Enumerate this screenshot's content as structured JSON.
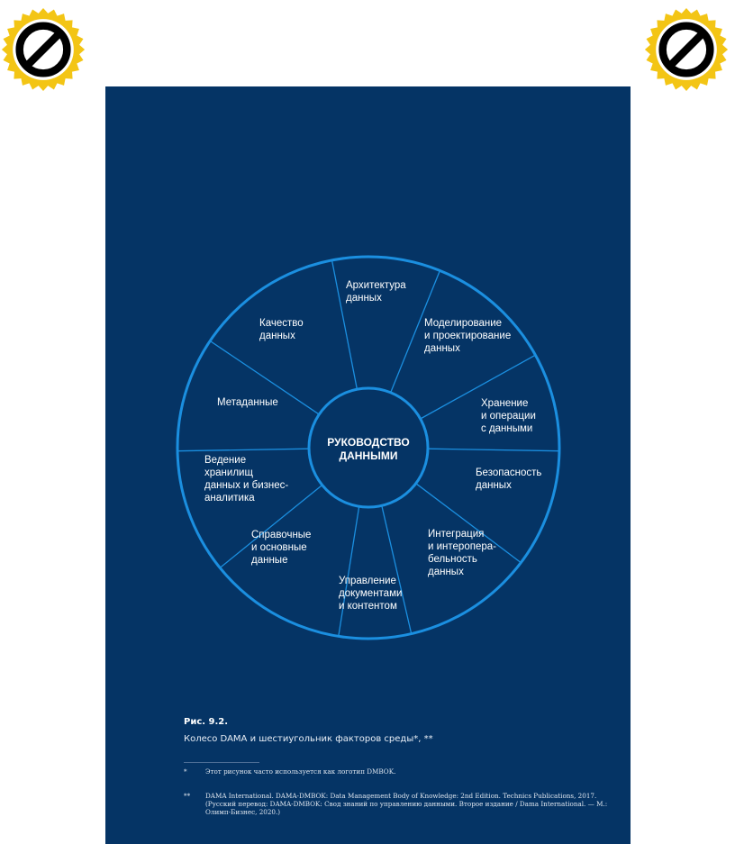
{
  "wheel": {
    "hub": [
      "РУКОВОДСТВО",
      "ДАННЫМИ"
    ],
    "segments": [
      {
        "name": "architecture",
        "lines": [
          "Архитектура",
          "данных"
        ]
      },
      {
        "name": "modeling",
        "lines": [
          "Моделирование",
          "и проектирование",
          "данных"
        ]
      },
      {
        "name": "storage",
        "lines": [
          "Хранение",
          "и операции",
          "с данными"
        ]
      },
      {
        "name": "security",
        "lines": [
          "Безопасность",
          "данных"
        ]
      },
      {
        "name": "integration",
        "lines": [
          "Интеграция",
          "и интеропера-",
          "бельность",
          "данных"
        ]
      },
      {
        "name": "documents",
        "lines": [
          "Управление",
          "документами",
          "и контентом"
        ]
      },
      {
        "name": "reference",
        "lines": [
          "Справочные",
          "и основные",
          "данные"
        ]
      },
      {
        "name": "warehousing",
        "lines": [
          "Ведение",
          "хранилищ",
          "данных и бизнес-",
          "аналитика"
        ]
      },
      {
        "name": "metadata",
        "lines": [
          "Метаданные"
        ]
      },
      {
        "name": "quality",
        "lines": [
          "Качество",
          "данных"
        ]
      }
    ]
  },
  "figure": {
    "label": "Рис. 9.2.",
    "caption": "Колесо DAMA и шестиугольник факторов среды*, **"
  },
  "footnotes": [
    {
      "mark": "*",
      "text": "Этот рисунок часто используется как логотип DMBOK."
    },
    {
      "mark": "**",
      "text": "DAMA International. DAMA-DMBOK: Data Management Body of Knowledge: 2nd Edition. Technics Publications, 2017. (Русский перевод: DAMA-DMBOK: Свод знаний по управлению данными. Второе издание / Dama International. — М.: Олимп-Бизнес, 2020.)"
    }
  ],
  "colors": {
    "panel": "#053465",
    "line": "#1b8fe0",
    "badge_ring": "#f3c515",
    "badge_face": "#ffffff",
    "badge_mark": "#000000"
  }
}
